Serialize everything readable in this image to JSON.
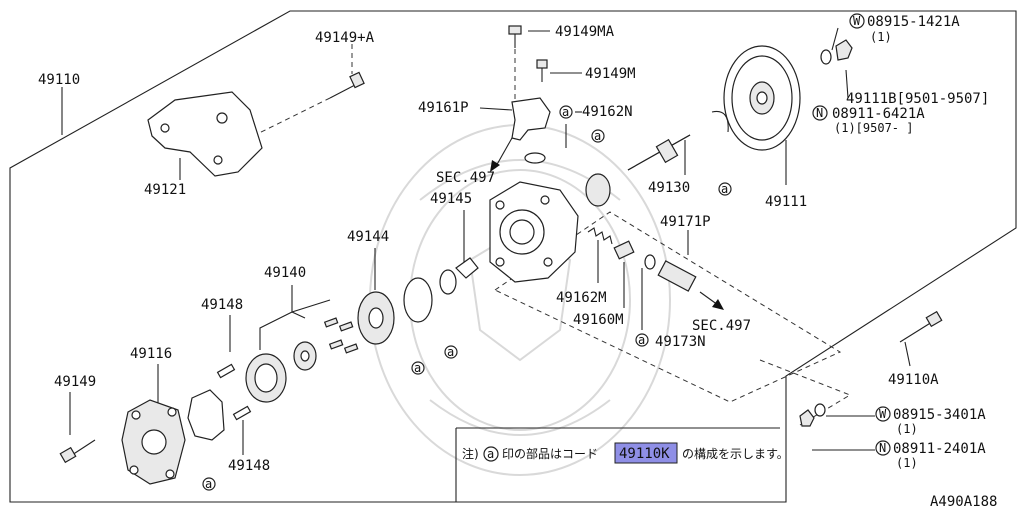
{
  "labels": {
    "assembly": "49110",
    "bolt_top": "49149+A",
    "bracket": "49121",
    "bolt_ma": "49149MA",
    "bolt_m": "49149M",
    "fitting_p": "49161P",
    "oring_n": "49162N",
    "sec_top": "SEC.497",
    "seal_49145": "49145",
    "cover_49144": "49144",
    "cartridge_49140": "49140",
    "pin_upper": "49148",
    "pin_lower": "49148",
    "end_plate": "49116",
    "bolt_left": "49149",
    "shaft": "49130",
    "pulley": "49111",
    "washer_w1": "08915-1421A",
    "washer_w1_qty": "(1)",
    "part_49111b": "49111B[9501-9507]",
    "nut_n1": "08911-6421A",
    "nut_n1_qty": "(1)[9507-     ]",
    "valve_49171p": "49171P",
    "spring_49162m": "49162M",
    "valve_49160m": "49160M",
    "oring_49173n": "49173N",
    "sec_right": "SEC.497",
    "bolt_49110a": "49110A",
    "washer_w2": "08915-3401A",
    "washer_w2_qty": "(1)",
    "nut_n2": "08911-2401A",
    "nut_n2_qty": "(1)",
    "circle_a": "a",
    "circle_w": "W",
    "circle_n": "N"
  },
  "note": {
    "prefix": "注)",
    "text1": "印の部品はコード",
    "code": "49110K",
    "text2": "の構成を示します。"
  },
  "figure_id": "A490A188",
  "colors": {
    "highlight": "#8f8fe6"
  }
}
